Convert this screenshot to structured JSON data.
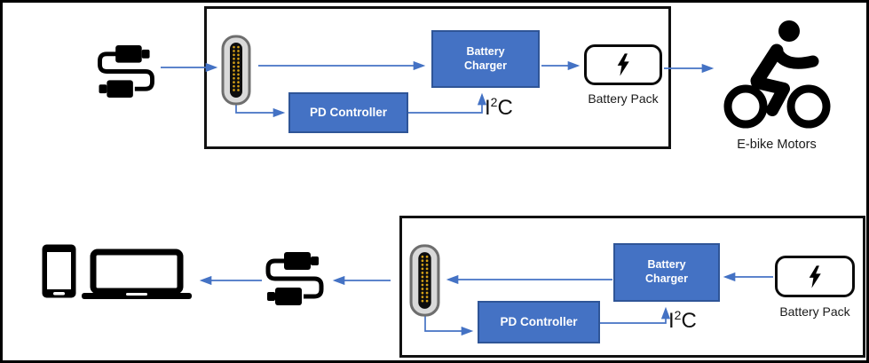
{
  "diagram": {
    "top_system": {
      "battery_charger": {
        "line1": "Battery",
        "line2": "Charger"
      },
      "pd_controller": "PD Controller",
      "i2c": {
        "base": "I",
        "sup": "2",
        "rest": "C"
      },
      "battery_pack": "Battery Pack",
      "ebike_motors": "E-bike Motors"
    },
    "bottom_system": {
      "battery_charger": {
        "line1": "Battery",
        "line2": "Charger"
      },
      "pd_controller": "PD Controller",
      "i2c": {
        "base": "I",
        "sup": "2",
        "rest": "C"
      },
      "battery_pack": "Battery Pack"
    },
    "icons": {
      "top": [
        "usb-cable-icon",
        "usb-c-connector-icon",
        "lightning-bolt-icon",
        "ebike-rider-icon"
      ],
      "bottom": [
        "smartphone-icon",
        "laptop-icon",
        "usb-cable-icon",
        "usb-c-connector-icon",
        "lightning-bolt-icon"
      ]
    },
    "colors": {
      "block_fill": "#4472C4",
      "block_border": "#2F5597",
      "arrow": "#4472C4",
      "outline": "#000000",
      "connector_body": "#D9D9D9",
      "connector_border": "#6E6E6E",
      "connector_pins": "#D4A017",
      "background": "#FFFFFF"
    }
  }
}
